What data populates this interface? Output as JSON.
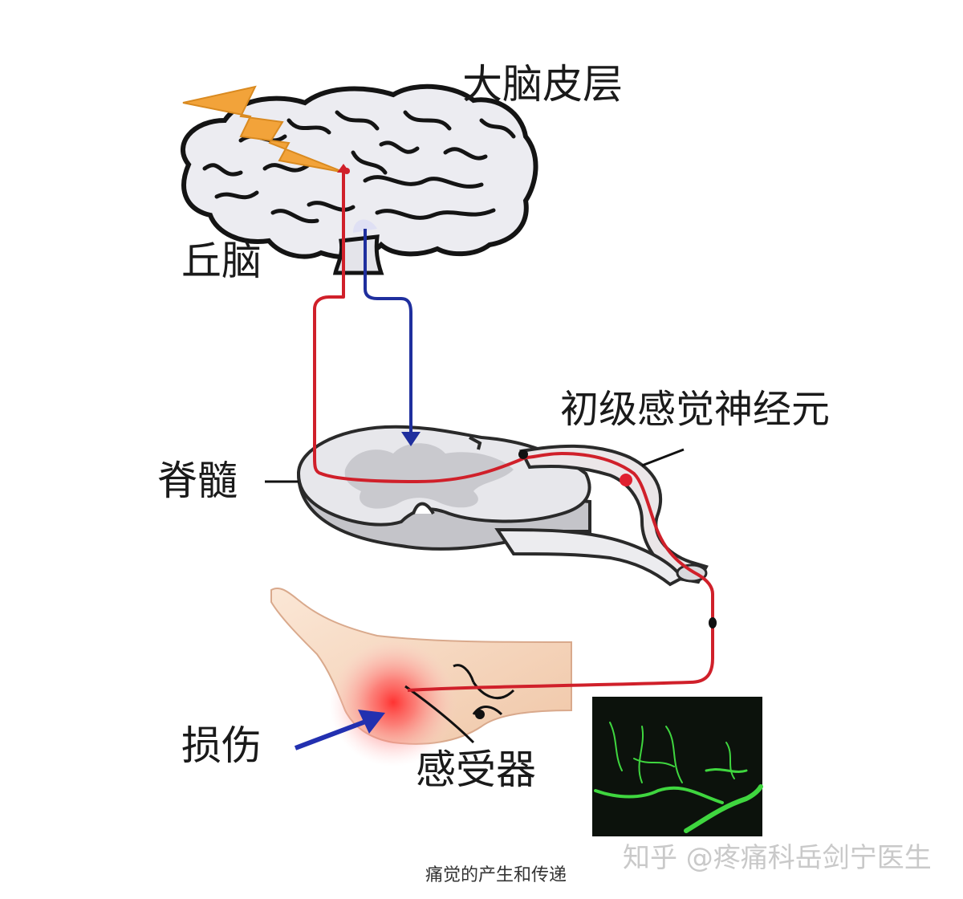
{
  "labels": {
    "cortex": "大脑皮层",
    "thalamus": "丘脑",
    "primary_neuron": "初级感觉神经元",
    "spinal_cord": "脊髓",
    "injury": "损伤",
    "receptor": "感受器",
    "caption": "痛觉的产生和传递",
    "watermark": "知乎 @疼痛科岳剑宁医生"
  },
  "colors": {
    "ascending_pathway": "#d0202a",
    "descending_pathway": "#1f2f9e",
    "injury_arrow": "#2230b0",
    "lightning": "#f2a33a",
    "brain_fill": "#e9e9ee",
    "spinal_fill": "#e4e4e8",
    "grey_matter": "#c6c6cc",
    "pain_glow": "#ff4d4d",
    "fluorescence": "#3fd63f"
  },
  "icons": {
    "lightning": "lightning-bolt-icon",
    "brain": "brain-icon",
    "spinal_cord": "spinal-cord-cross-section-icon",
    "foot": "foot-icon"
  }
}
